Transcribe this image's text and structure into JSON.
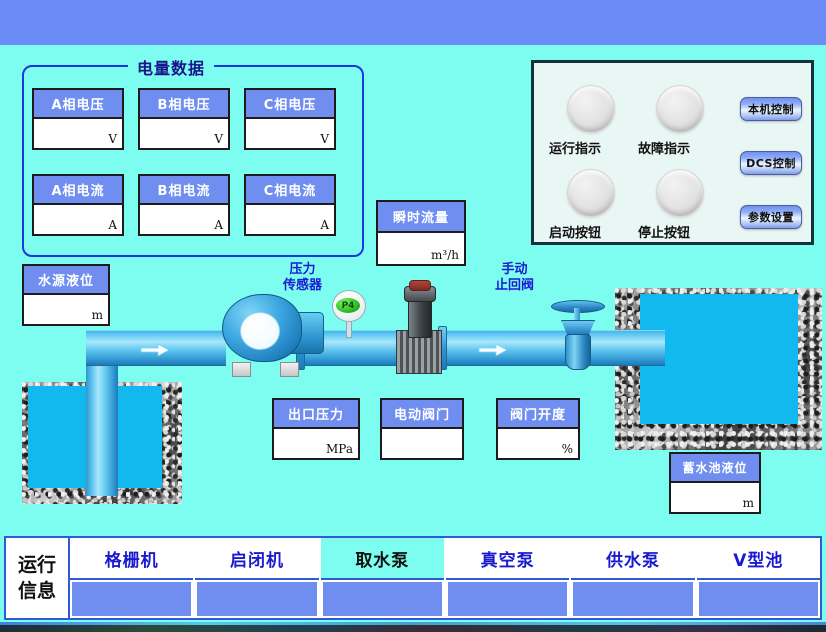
{
  "colors": {
    "header_band": "#6b8cf7",
    "background": "#7dfcf0",
    "box_header": "#6f8ef0",
    "label_blue": "#1a1ad1",
    "water": "#12b9ef",
    "group_border": "#1d38e0"
  },
  "power_group": {
    "title": "电量数据",
    "meters": [
      {
        "label": "A相电压",
        "value": "",
        "unit": "V"
      },
      {
        "label": "B相电压",
        "value": "",
        "unit": "V"
      },
      {
        "label": "C相电压",
        "value": "",
        "unit": "V"
      },
      {
        "label": "A相电流",
        "value": "",
        "unit": "A"
      },
      {
        "label": "B相电流",
        "value": "",
        "unit": "A"
      },
      {
        "label": "C相电流",
        "value": "",
        "unit": "A"
      }
    ]
  },
  "control_panel": {
    "lamps": [
      {
        "name": "运行指示",
        "state": "off"
      },
      {
        "name": "故障指示",
        "state": "off"
      },
      {
        "name": "启动按钮",
        "state": "off"
      },
      {
        "name": "停止按钮",
        "state": "off"
      }
    ],
    "buttons": [
      {
        "label": "本机控制"
      },
      {
        "label": "DCS控制"
      },
      {
        "label": "参数设置"
      }
    ]
  },
  "readouts": {
    "source_level": {
      "label": "水源液位",
      "value": "",
      "unit": "m"
    },
    "flow": {
      "label": "瞬时流量",
      "value": "",
      "unit": "m³/h"
    },
    "outlet_pressure": {
      "label": "出口压力",
      "value": "",
      "unit": "MPa"
    },
    "electric_valve": {
      "label": "电动阀门",
      "value": "",
      "unit": ""
    },
    "valve_opening": {
      "label": "阀门开度",
      "value": "",
      "unit": "%"
    },
    "reservoir_level": {
      "label": "蓄水池液位",
      "value": "",
      "unit": "m"
    }
  },
  "process_labels": {
    "pressure_sensor": {
      "line1": "压力",
      "line2": "传感器",
      "tag": "P4"
    },
    "check_valve": {
      "line1": "手动",
      "line2": "止回阀"
    }
  },
  "tabbar": {
    "run_info": {
      "line1": "运行",
      "line2": "信息"
    },
    "tabs": [
      {
        "label": "格栅机",
        "active": false
      },
      {
        "label": "启闭机",
        "active": false
      },
      {
        "label": "取水泵",
        "active": true
      },
      {
        "label": "真空泵",
        "active": false
      },
      {
        "label": "供水泵",
        "active": false
      },
      {
        "label": "V型池",
        "active": false
      }
    ]
  }
}
